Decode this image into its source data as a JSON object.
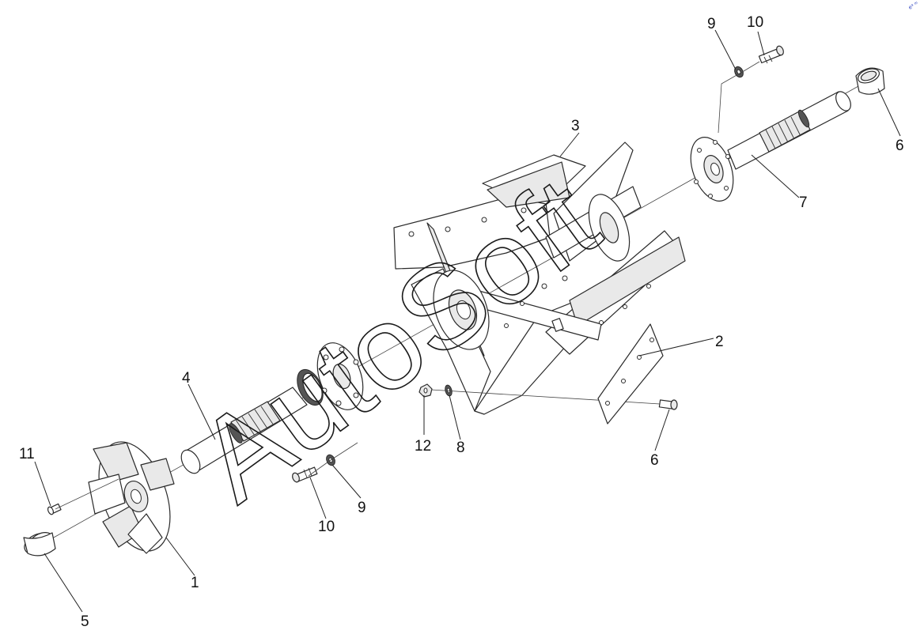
{
  "watermark": {
    "text": "AutoSoft",
    "corner_text": "e⁹ ᵐ"
  },
  "callouts": [
    {
      "id": "c1",
      "label": "1"
    },
    {
      "id": "c2",
      "label": "2"
    },
    {
      "id": "c3",
      "label": "3"
    },
    {
      "id": "c4",
      "label": "4"
    },
    {
      "id": "c5",
      "label": "5"
    },
    {
      "id": "c6a",
      "label": "6"
    },
    {
      "id": "c6b",
      "label": "6"
    },
    {
      "id": "c7",
      "label": "7"
    },
    {
      "id": "c8",
      "label": "8"
    },
    {
      "id": "c9a",
      "label": "9"
    },
    {
      "id": "c9b",
      "label": "9"
    },
    {
      "id": "c10a",
      "label": "10"
    },
    {
      "id": "c10b",
      "label": "10"
    },
    {
      "id": "c11",
      "label": "11"
    },
    {
      "id": "c12",
      "label": "12"
    }
  ]
}
